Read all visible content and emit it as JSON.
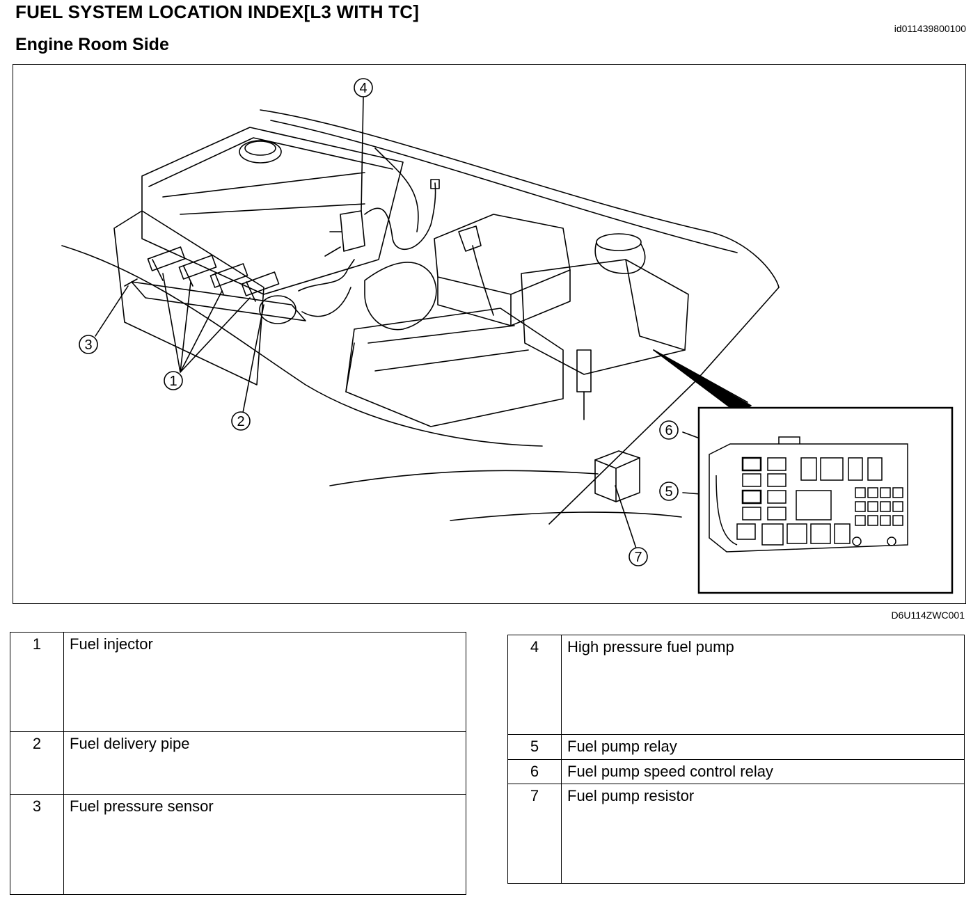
{
  "header": {
    "title": "FUEL SYSTEM LOCATION INDEX[L3 WITH TC]",
    "doc_id": "id011439800100",
    "subtitle": "Engine Room Side"
  },
  "figure": {
    "figure_id": "D6U114ZWC001",
    "callouts": [
      "1",
      "2",
      "3",
      "4",
      "5",
      "6",
      "7"
    ]
  },
  "legend_left": [
    {
      "num": "1",
      "label": "Fuel injector"
    },
    {
      "num": "2",
      "label": "Fuel delivery pipe"
    },
    {
      "num": "3",
      "label": "Fuel pressure sensor"
    }
  ],
  "legend_right": [
    {
      "num": "4",
      "label": "High pressure fuel pump"
    },
    {
      "num": "5",
      "label": "Fuel pump relay"
    },
    {
      "num": "6",
      "label": "Fuel pump speed control relay"
    },
    {
      "num": "7",
      "label": "Fuel pump resistor"
    }
  ]
}
